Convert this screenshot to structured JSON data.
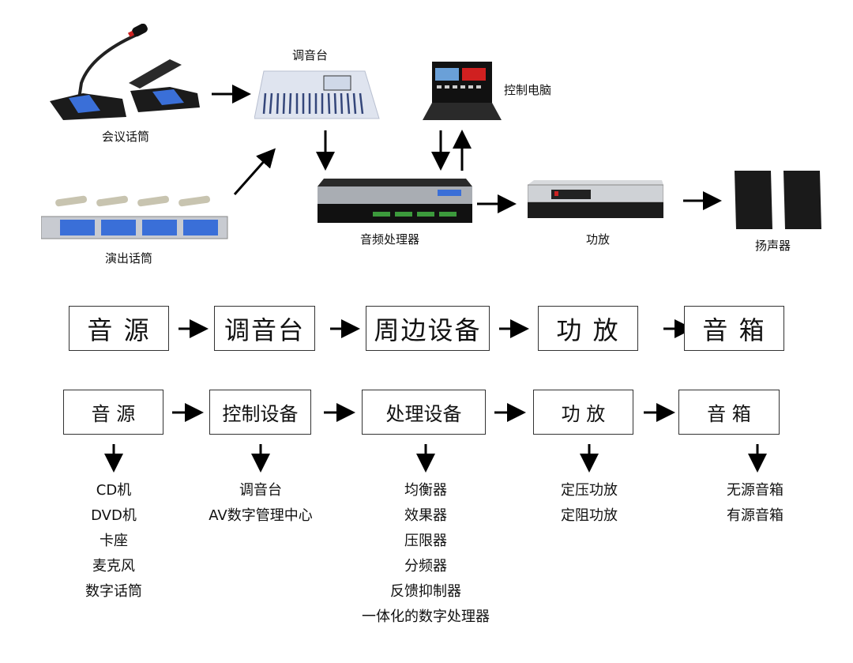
{
  "devices": {
    "conference_mic": "会议话筒",
    "mixer": "调音台",
    "control_pc": "控制电脑",
    "performance_mic": "演出话筒",
    "audio_processor": "音频处理器",
    "amplifier": "功放",
    "speakers": "扬声器"
  },
  "flow_simple": [
    "音 源",
    "调音台",
    "周边设备",
    "功 放",
    "音 箱"
  ],
  "flow_detailed": [
    {
      "label": "音 源",
      "items": [
        "CD机",
        "DVD机",
        "卡座",
        "麦克风",
        "数字话筒"
      ]
    },
    {
      "label": "控制设备",
      "items": [
        "调音台",
        "AV数字管理中心"
      ]
    },
    {
      "label": "处理设备",
      "items": [
        "均衡器",
        "效果器",
        "压限器",
        "分频器",
        "反馈抑制器",
        "一体化的数字处理器"
      ]
    },
    {
      "label": "功 放",
      "items": [
        "定压功放",
        "定阻功放"
      ]
    },
    {
      "label": "音 箱",
      "items": [
        "无源音箱",
        "有源音箱"
      ]
    }
  ],
  "colors": {
    "screen_blue": "#3a6fd8",
    "device_dark": "#1e1e1e",
    "mixer_body": "#dfe4ef"
  }
}
